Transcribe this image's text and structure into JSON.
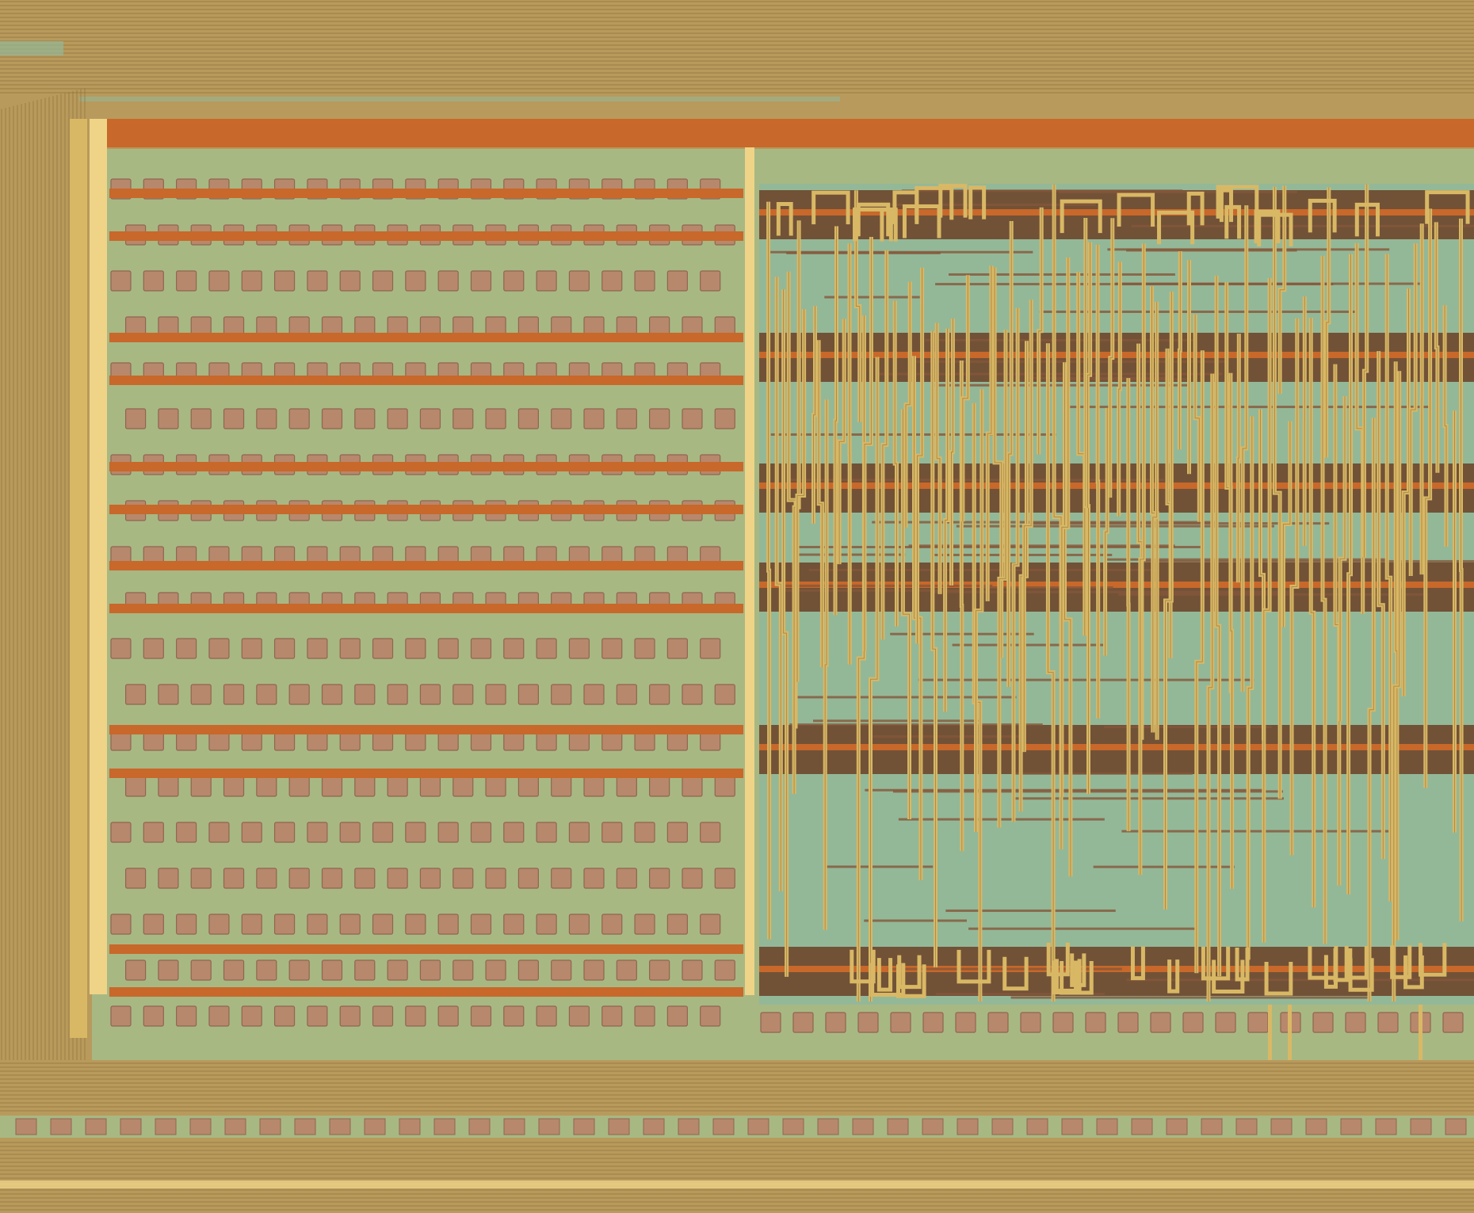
{
  "scene": {
    "kind": "die-micrograph",
    "regions": [
      "left-bus-stack",
      "top-bus-stack",
      "bottom-bus-stack",
      "filler-cell-array",
      "logic-routing-block",
      "top-supply-rail"
    ]
  },
  "colors": {
    "background": "#b89a5c",
    "metal_gold": "#d9b865",
    "metal_bright": "#efd488",
    "metal_dark_line": "#8e6f3a",
    "power_rail": "#c8682a",
    "power_rail_dark": "#a5521d",
    "substrate_green": "#a8b883",
    "substrate_teal": "#93b898",
    "fill_square": "#b7886c",
    "fill_square_edge": "#8f6650",
    "logic_dark": "#6b3f26",
    "logic_mid": "#86563a"
  },
  "filler_array": {
    "rows": 19,
    "columns": 19
  },
  "logic_block": {
    "strap_count": 95,
    "horizontal_bands": 6,
    "seed": 7
  }
}
